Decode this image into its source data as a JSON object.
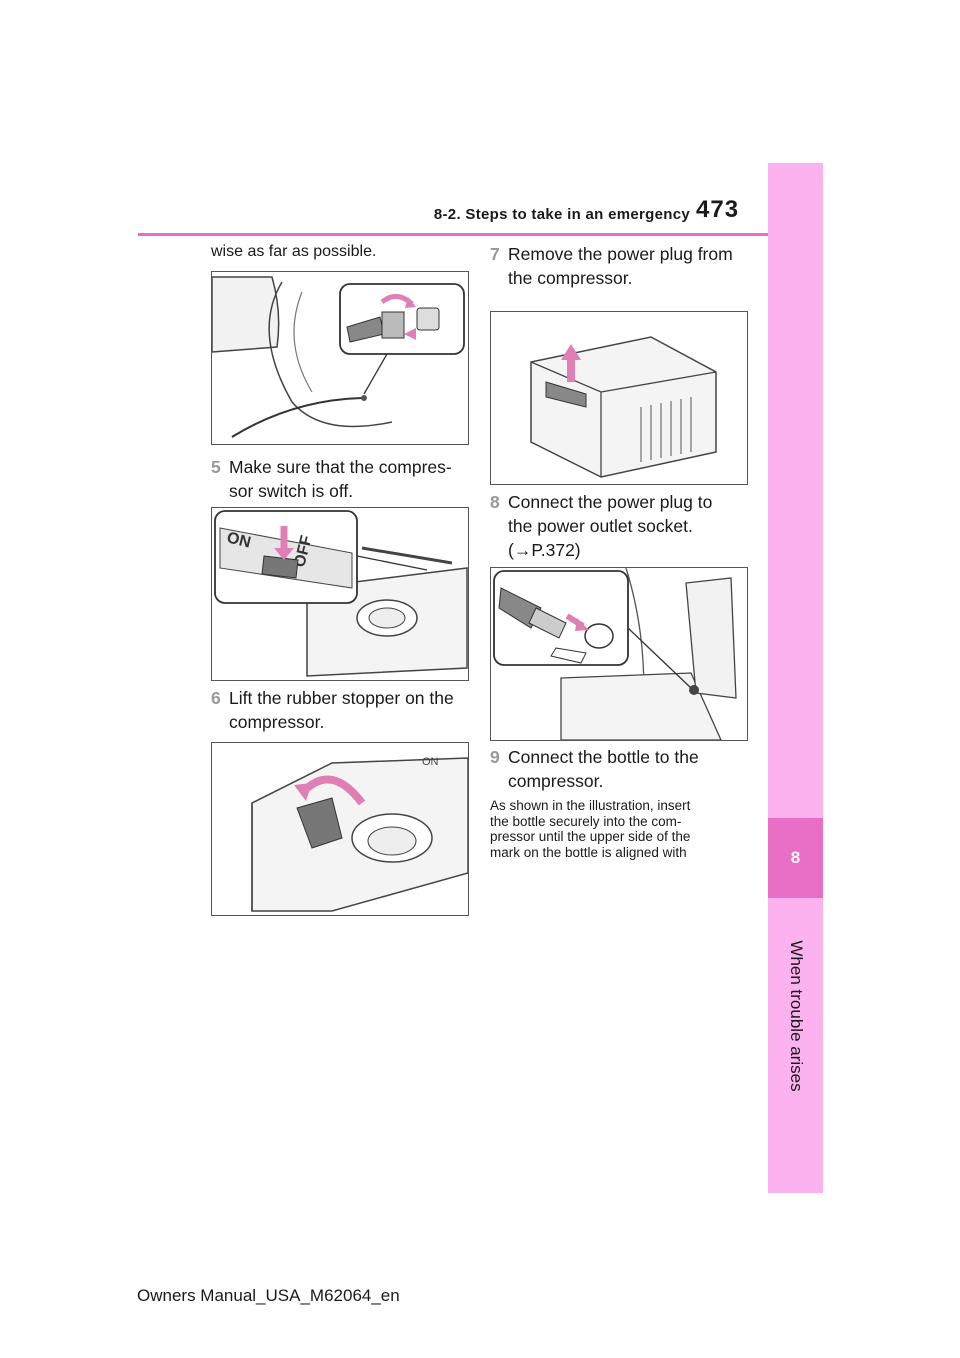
{
  "header": {
    "section": "8-2. Steps to take in an emergency",
    "page_number": "473"
  },
  "side_tab": {
    "chapter_number": "8",
    "chapter_title": "When trouble arises"
  },
  "left_column": {
    "intro_text": "wise as far as possible.",
    "step5": {
      "number": "5",
      "line1": "Make sure that the compres-",
      "line2": "sor switch is off."
    },
    "step6": {
      "number": "6",
      "line1": "Lift the rubber stopper on the",
      "line2": "compressor."
    }
  },
  "right_column": {
    "step7": {
      "number": "7",
      "line1": "Remove the power plug from",
      "line2": "the compressor."
    },
    "step8": {
      "number": "8",
      "line1": "Connect the power plug to",
      "line2": "the power outlet socket.",
      "line3": "(→P.372)"
    },
    "step9": {
      "number": "9",
      "line1": "Connect the bottle to the",
      "line2": "compressor."
    },
    "note": {
      "line1": "As shown in the illustration, insert",
      "line2": "the bottle securely into the com-",
      "line3": "pressor until the upper side of the",
      "line4": "mark on the bottle is aligned with"
    }
  },
  "figures": {
    "switch_on_label": "ON",
    "switch_off_label": "OFF"
  },
  "footer": {
    "text": "Owners Manual_USA_M62064_en"
  },
  "colors": {
    "accent_pink": "#e86fc5",
    "tab_pink": "#fbb2ee",
    "arrow_pink": "#e07fb4"
  }
}
